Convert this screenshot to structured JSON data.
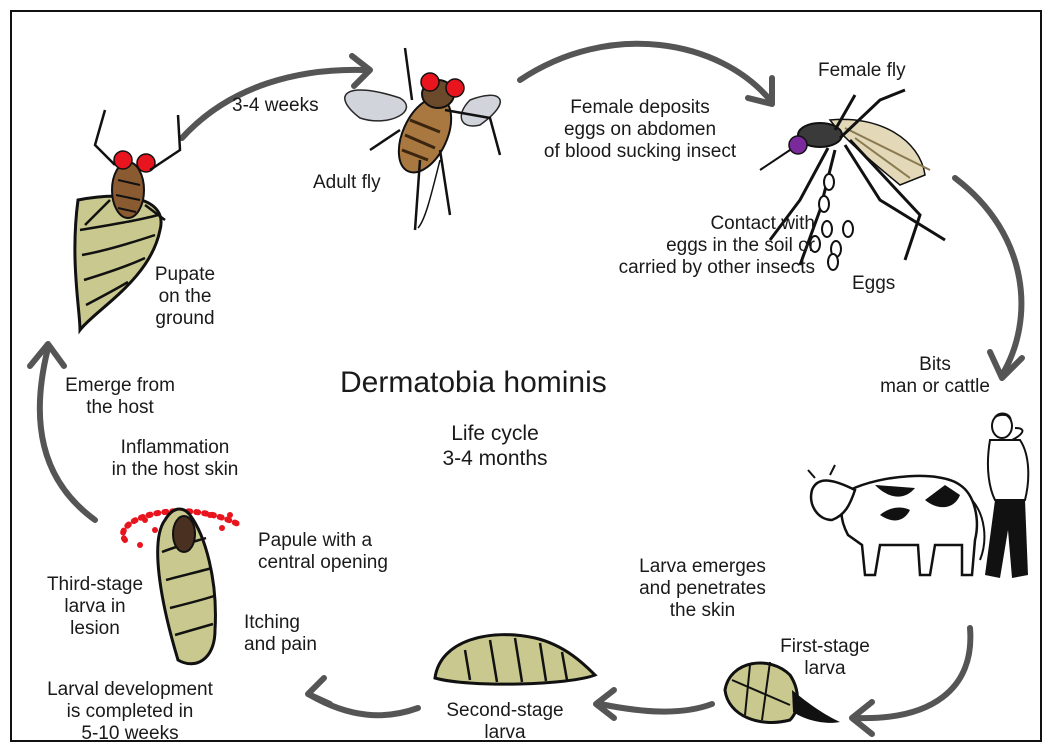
{
  "title": "Dermatobia hominis",
  "subtitle": [
    "Life cycle",
    "3-4 months"
  ],
  "labels": {
    "three_four_weeks": "3-4 weeks",
    "adult_fly": "Adult fly",
    "female_deposits": [
      "Female deposits",
      "eggs on abdomen",
      "of blood sucking insect"
    ],
    "female_fly": "Female fly",
    "contact_eggs": [
      "Contact with",
      "eggs in the soil or",
      "carried by other insects"
    ],
    "eggs": "Eggs",
    "pupate": [
      "Pupate",
      "on the",
      "ground"
    ],
    "emerge": [
      "Emerge from",
      "the host"
    ],
    "inflammation": [
      "Inflammation",
      "in the host skin"
    ],
    "bits": [
      "Bits",
      "man or cattle"
    ],
    "papule": [
      "Papule with a",
      "central opening"
    ],
    "itching": [
      "Itching",
      "and pain"
    ],
    "third_stage": [
      "Third-stage",
      "larva in",
      "lesion"
    ],
    "larval_dev": [
      "Larval development",
      "is completed in",
      "5-10 weeks"
    ],
    "larva_emerges": [
      "Larva emerges",
      "and penetrates",
      "the skin"
    ],
    "first_stage": [
      "First-stage",
      "larva"
    ],
    "second_stage": [
      "Second-stage",
      "larva"
    ]
  },
  "colors": {
    "arrow": "#555555",
    "larva": "#c9c98f",
    "fly_eye": "#e8141e",
    "inflammation": "#e8141e",
    "outline": "#111111"
  },
  "icons": [
    "adult-fly-icon",
    "mosquito-icon",
    "egg-icon",
    "pupa-icon",
    "cow-icon",
    "man-icon",
    "first-stage-larva-icon",
    "second-stage-larva-icon",
    "third-stage-larva-icon"
  ]
}
